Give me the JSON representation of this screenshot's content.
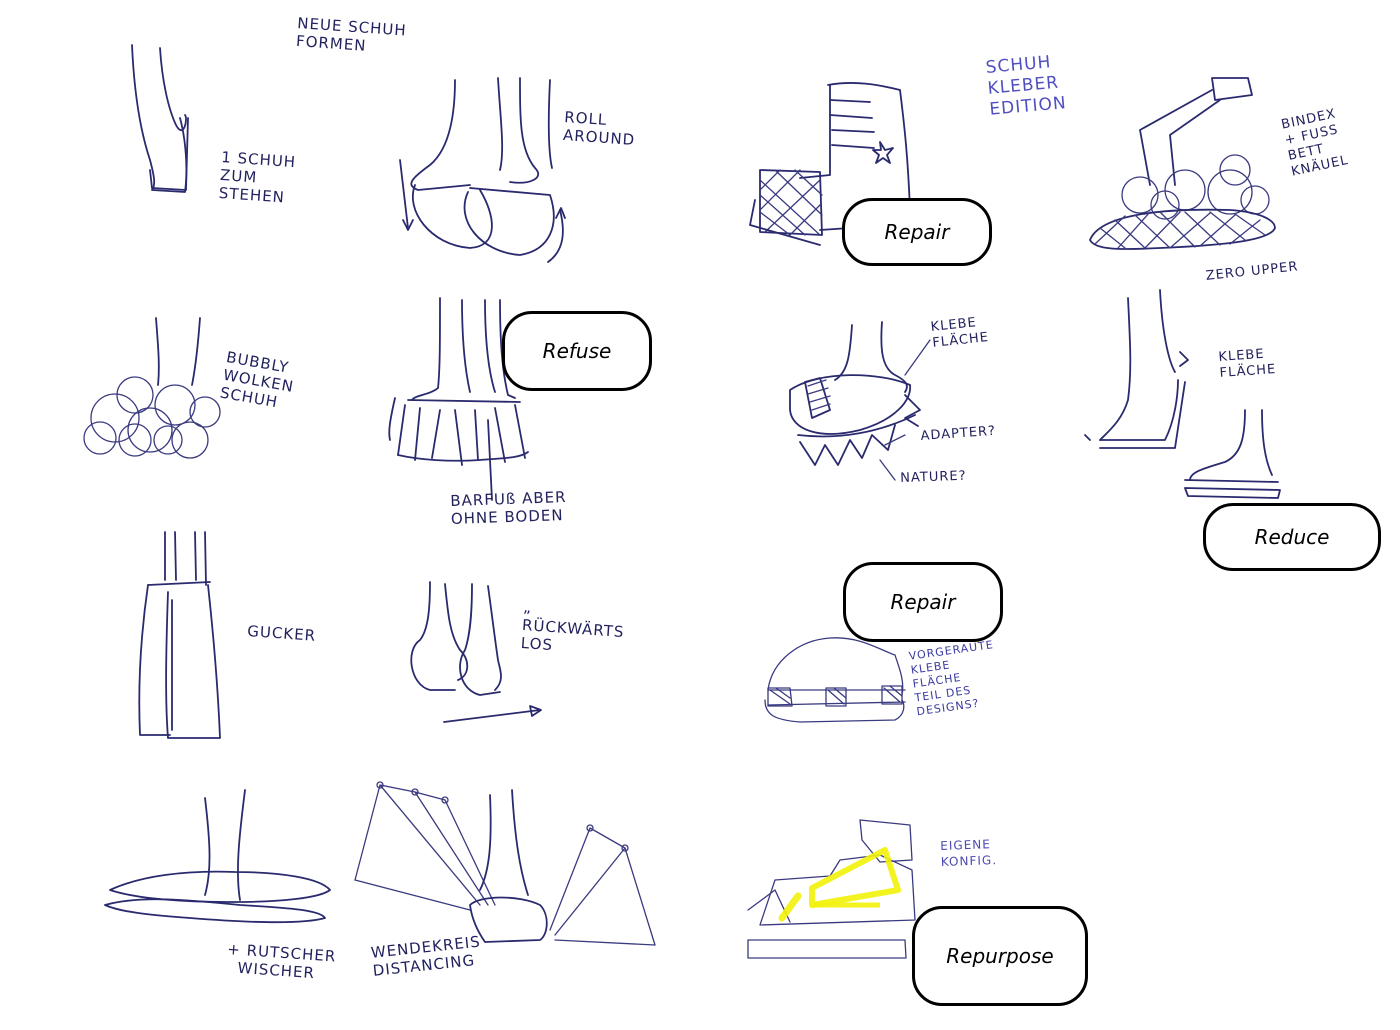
{
  "notes": {
    "title": "NEUE SCHUH\nFORMEN",
    "stand": "1 SCHUH\nZUM\nSTEHEN",
    "roll": "ROLL\nAROUND",
    "bubbly": "BUBBLY\nWOLKEN\nSCHUH",
    "barfuss": "BARFUß ABER\nOHNE BODEN",
    "gucker": "GUCKER",
    "rueckwaerts": "„\nRÜCKWÄRTS\nLOS",
    "rutscher": "+ RUTSCHER\n  WISCHER",
    "wendekreis": "WENDEKREIS\nDISTANCING",
    "kleber_edition": "SCHUH\nKLEBER\nEDITION",
    "bindex": "BINDEX\n+ FUSS\nBETT\nKNÄUEL",
    "zero_upper": "ZERO UPPER",
    "klebe_flaeche_1": "KLEBE\nFLÄCHE",
    "adapter": "ADAPTER?",
    "nature": "NATURE?",
    "klebe_flaeche_2": "KLEBE\nFLÄCHE",
    "vorgeraute": "VORGERAUTE\nKLEBE\nFLÄCHE\nTEIL DES\nDESIGNS?",
    "eigene": "EIGENE\nKONFIG."
  },
  "tags": {
    "refuse": "Refuse",
    "repair_1": "Repair",
    "reduce": "Reduce",
    "repair_2": "Repair",
    "repurpose": "Repurpose"
  },
  "colors": {
    "ink": "#2a2a6e",
    "highlighter": "#f2f20a",
    "tag_border": "#000000"
  }
}
